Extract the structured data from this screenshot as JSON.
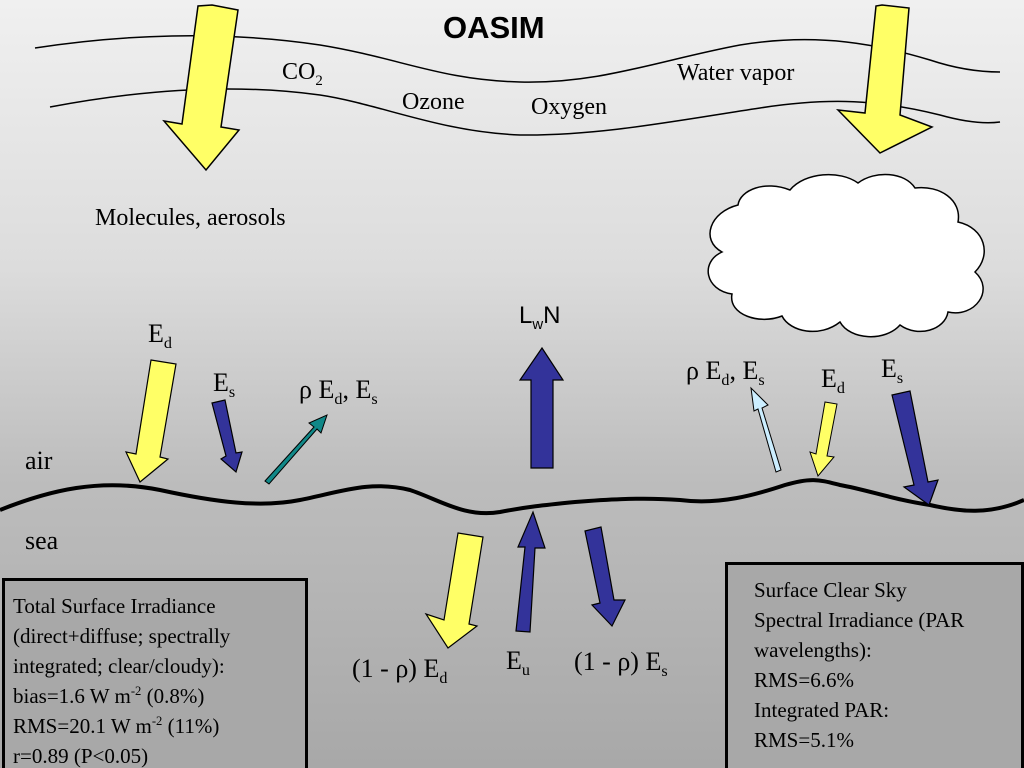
{
  "title": "OASIM",
  "atmosphere": {
    "co2": {
      "main": "CO",
      "sub": "2"
    },
    "ozone": "Ozone",
    "oxygen": "Oxygen",
    "water_vapor": "Water vapor",
    "molecules": "Molecules, aerosols"
  },
  "interface": {
    "air": "air",
    "sea": "sea"
  },
  "left_air": {
    "ed": {
      "main": "E",
      "sub": "d"
    },
    "es": {
      "main": "E",
      "sub": "s"
    },
    "reflected": {
      "rho": "ρ",
      "e1": "E",
      "e1_sub": "d",
      "sep": ", ",
      "e2": "E",
      "e2_sub": "s"
    }
  },
  "center": {
    "lwn": {
      "l": "L",
      "sub": "w",
      "n": "N"
    },
    "eu": {
      "main": "E",
      "sub": "u"
    },
    "trans_ed": {
      "prefix": "(1 - ρ)  E",
      "sub": "d"
    },
    "trans_es": {
      "prefix": "(1 - ρ) E",
      "sub": "s"
    }
  },
  "right_air": {
    "reflected": {
      "rho": "ρ",
      "e1": "E",
      "e1_sub": "d",
      "sep": ", ",
      "e2": "E",
      "e2_sub": "s"
    },
    "ed": {
      "main": "E",
      "sub": "d"
    },
    "es": {
      "main": "E",
      "sub": "s"
    }
  },
  "left_box": {
    "line1": "Total Surface Irradiance",
    "line2": "(direct+diffuse; spectrally",
    "line3": "integrated; clear/cloudy):",
    "line4_pre": "bias=1.6 W m",
    "line4_sup": "-2",
    "line4_post": " (0.8%)",
    "line5_pre": "RMS=20.1 W m",
    "line5_sup": "-2",
    "line5_post": " (11%)",
    "line6": "r=0.89 (P<0.05)"
  },
  "right_box": {
    "line1": "Surface Clear Sky",
    "line2": "Spectral Irradiance (PAR",
    "line3": "wavelengths):",
    "line4": "RMS=6.6%",
    "line5": "Integrated PAR:",
    "line6": "RMS=5.1%"
  },
  "colors": {
    "yellow_arrow": "#ffff66",
    "blue_arrow": "#33339a",
    "teal_arrow": "#118888",
    "lightblue_arrow": "#cceeff",
    "cloud": "#ffffff",
    "outline": "#000000"
  },
  "icons": {
    "cloud": "cloud-icon",
    "sun_arrow": "yellow-arrow-icon"
  }
}
